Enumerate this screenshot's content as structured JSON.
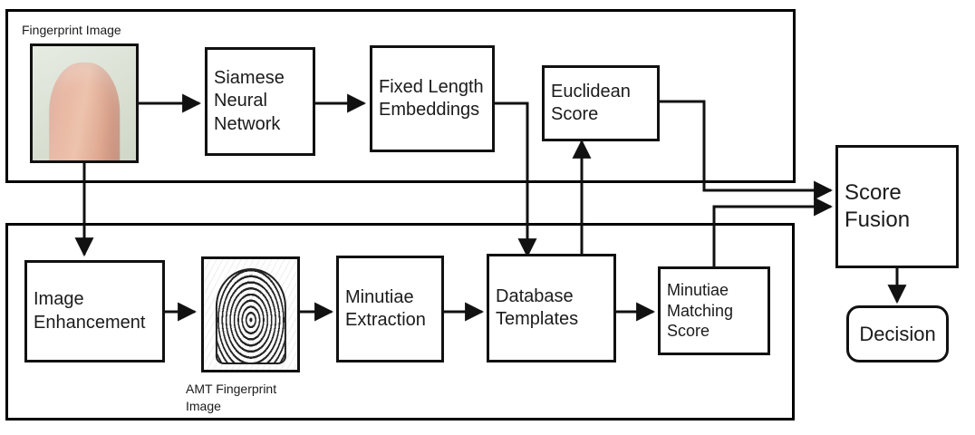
{
  "diagram": {
    "title": "Fingerprint recognition score fusion pipeline",
    "containers": [
      {
        "name": "deep-learning-branch-container"
      },
      {
        "name": "minutiae-branch-container"
      }
    ],
    "captions": {
      "fingerprint_image": "Fingerprint Image",
      "amt_fingerprint_image": "AMT Fingerprint\nImage"
    },
    "nodes": {
      "siamese_neural_network": "Siamese\nNeural\nNetwork",
      "fixed_length_embeddings": "Fixed Length\nEmbeddings",
      "euclidean_score": "Euclidean\nScore",
      "score_fusion": "Score\nFusion",
      "decision": "Decision",
      "image_enhancement": "Image\nEnhancement",
      "minutiae_extraction": "Minutiae\nExtraction",
      "database_templates": "Database\nTemplates",
      "minutiae_matching_score": "Minutiae\nMatching\nScore"
    },
    "images": {
      "fingerprint_photo_alt": "fingerprint-photo",
      "amt_fingerprint_alt": "amt-fingerprint-ridge-image"
    },
    "colors": {
      "stroke": "#111111",
      "text": "#1b1b1b",
      "background": "#ffffff"
    },
    "edges": [
      {
        "from": "fingerprint_image",
        "to": "siamese_neural_network"
      },
      {
        "from": "siamese_neural_network",
        "to": "fixed_length_embeddings"
      },
      {
        "from": "fixed_length_embeddings",
        "to": "database_templates"
      },
      {
        "from": "database_templates",
        "to": "euclidean_score"
      },
      {
        "from": "euclidean_score",
        "to": "score_fusion"
      },
      {
        "from": "fingerprint_image",
        "to": "image_enhancement"
      },
      {
        "from": "image_enhancement",
        "to": "amt_fingerprint_image"
      },
      {
        "from": "amt_fingerprint_image",
        "to": "minutiae_extraction"
      },
      {
        "from": "minutiae_extraction",
        "to": "database_templates"
      },
      {
        "from": "database_templates",
        "to": "minutiae_matching_score"
      },
      {
        "from": "minutiae_matching_score",
        "to": "score_fusion"
      },
      {
        "from": "score_fusion",
        "to": "decision"
      }
    ]
  }
}
